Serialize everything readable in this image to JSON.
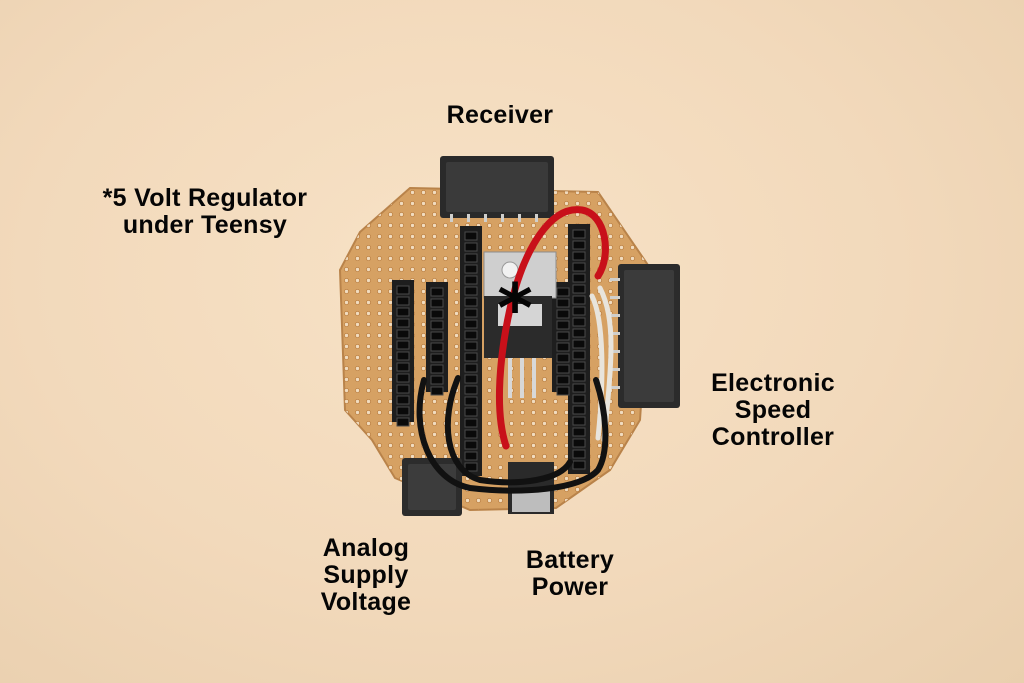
{
  "labels": {
    "receiver": "Receiver",
    "regulator_line1": "*5 Volt Regulator",
    "regulator_line2": "under Teensy",
    "esc_line1": "Electronic",
    "esc_line2": "Speed",
    "esc_line3": "Controller",
    "analog_line1": "Analog",
    "analog_line2": "Supply",
    "analog_line3": "Voltage",
    "battery_line1": "Battery",
    "battery_line2": "Power",
    "regulator_marker": "*"
  },
  "colors": {
    "background": "#f2d9bb",
    "pcb": "#d9a566",
    "header": "#262626",
    "wire_red": "#c8101a",
    "wire_black": "#111111",
    "wire_white": "#e8e4dc"
  }
}
